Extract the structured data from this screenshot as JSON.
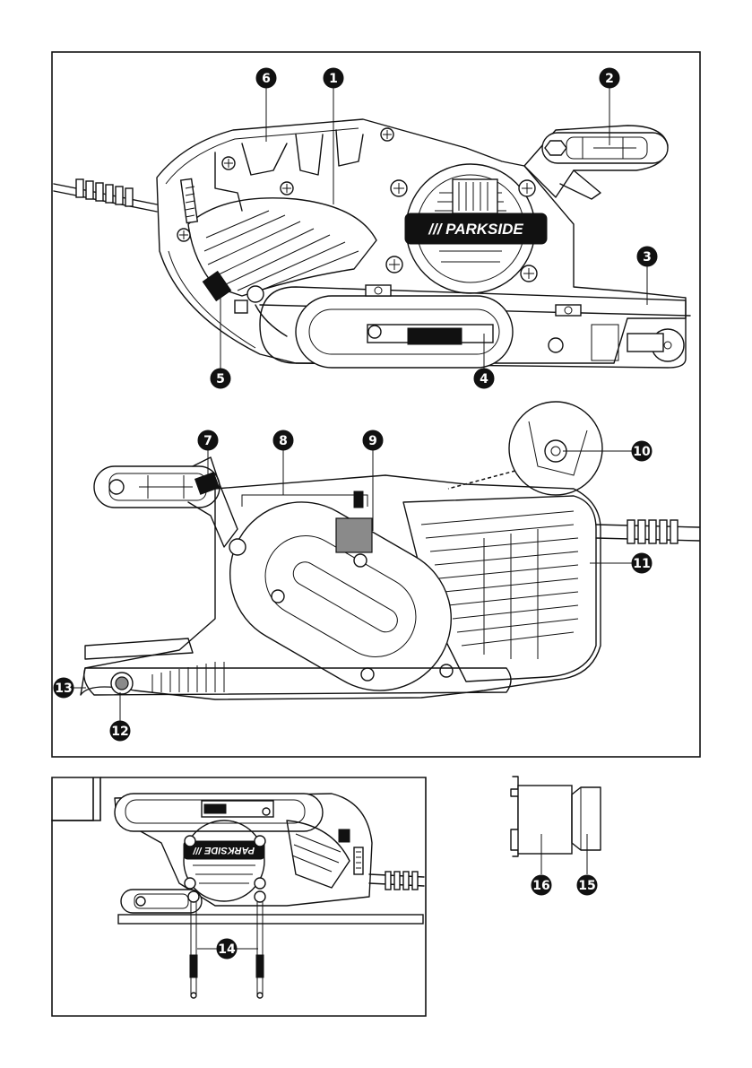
{
  "brand": "/// PARKSIDE",
  "brand_mirrored": "PARKSIDE ///",
  "figure_b_label": "",
  "callouts": {
    "c1": "1",
    "c2": "2",
    "c3": "3",
    "c4": "4",
    "c5": "5",
    "c6": "6",
    "c7": "7",
    "c8": "8",
    "c9": "9",
    "c10": "10",
    "c11": "11",
    "c12": "12",
    "c13": "13",
    "c14": "14",
    "c15": "15",
    "c16": "16"
  }
}
